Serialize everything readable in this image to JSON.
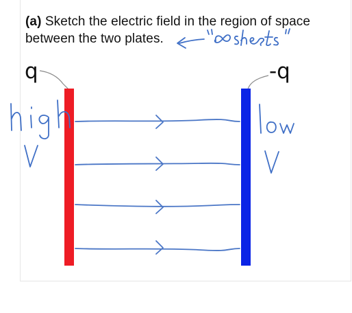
{
  "question": {
    "part_label": "(a)",
    "line1_text": " Sketch the electric field in the region of space",
    "line2_text": "between the two plates."
  },
  "annotations": {
    "sheets_note": "← “∞ sheets”",
    "left_handwriting": "high V",
    "right_handwriting": "low V"
  },
  "charges": {
    "left": "q",
    "right": "-q"
  },
  "plates": {
    "left_color": "#ee1c25",
    "right_color": "#0b24e6"
  },
  "field_lines": {
    "count": 4,
    "ink_color": "#4a76c6",
    "direction": "left-to-right"
  }
}
